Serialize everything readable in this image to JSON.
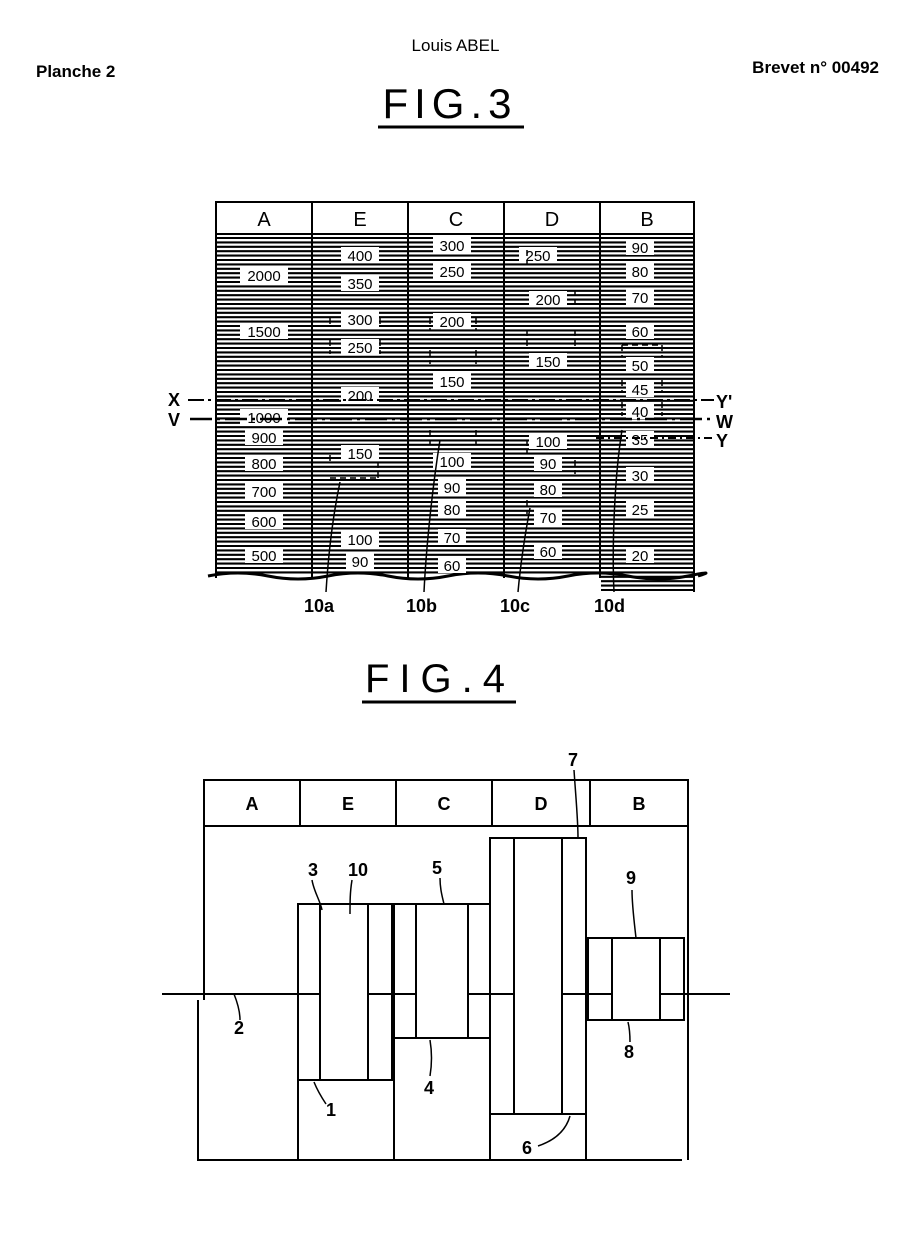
{
  "header": {
    "author": "Louis ABEL",
    "planche": "Planche 2",
    "brevet": "Brevet n° 00492"
  },
  "fig3": {
    "title": "FIG.3",
    "columns": [
      "A",
      "E",
      "C",
      "D",
      "B"
    ],
    "scales": [
      [
        "2000",
        "1500",
        "1000",
        "900",
        "800",
        "700",
        "600",
        "500"
      ],
      [
        "400",
        "350",
        "300",
        "250",
        "200",
        "150",
        "100",
        "90"
      ],
      [
        "300",
        "250",
        "200",
        "150",
        "100",
        "90",
        "80",
        "70",
        "60"
      ],
      [
        "250",
        "200",
        "150",
        "100",
        "90",
        "80",
        "70",
        "60"
      ],
      [
        "90",
        "80",
        "70",
        "60",
        "50",
        "45",
        "40",
        "35",
        "30",
        "25",
        "20"
      ]
    ],
    "line_labels": {
      "x": "X",
      "v": "V",
      "y_prime": "Y'",
      "w": "W",
      "y": "Y"
    },
    "refs": [
      "10a",
      "10b",
      "10c",
      "10d"
    ]
  },
  "fig4": {
    "title": "FIG.4",
    "columns": [
      "A",
      "E",
      "C",
      "D",
      "B"
    ],
    "refs": [
      "1",
      "2",
      "3",
      "4",
      "5",
      "6",
      "7",
      "8",
      "9",
      "10"
    ]
  }
}
